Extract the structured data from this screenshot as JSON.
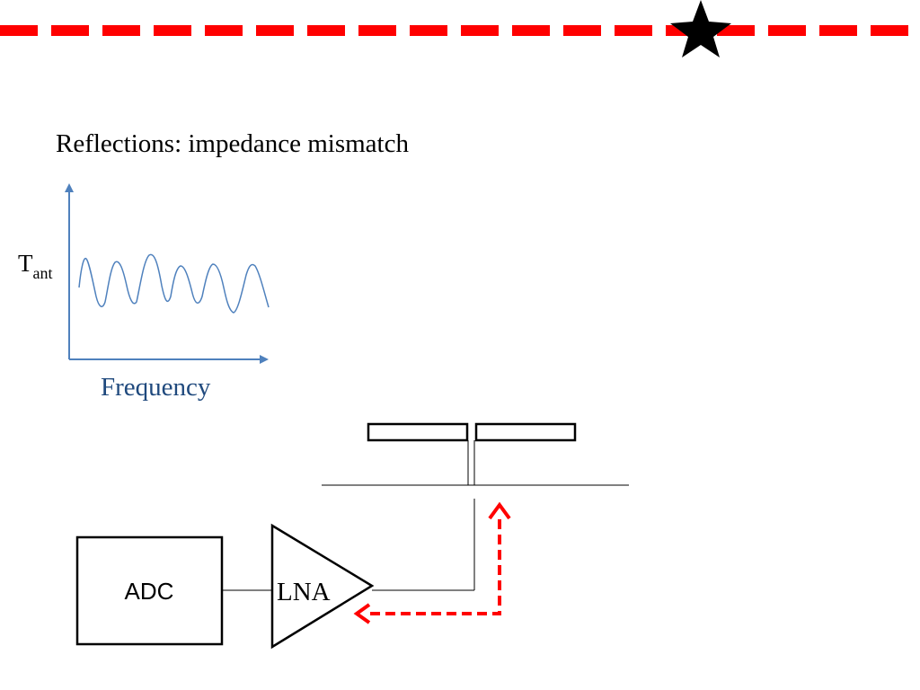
{
  "slide": {
    "title": "Reflections: impedance mismatch"
  },
  "plot": {
    "y_label_main": "T",
    "y_label_sub": "ant",
    "x_label": "Frequency"
  },
  "diagram": {
    "adc_label": "ADC",
    "lna_label": "LNA"
  },
  "colors": {
    "header_dash": "#ff0000",
    "axis": "#4f81bd",
    "curve": "#4f81bd",
    "x_label": "#1f497d",
    "reflection_arrow": "#ff0000",
    "diagram_stroke": "#000000"
  },
  "icons": {
    "header_star": "star-icon"
  }
}
